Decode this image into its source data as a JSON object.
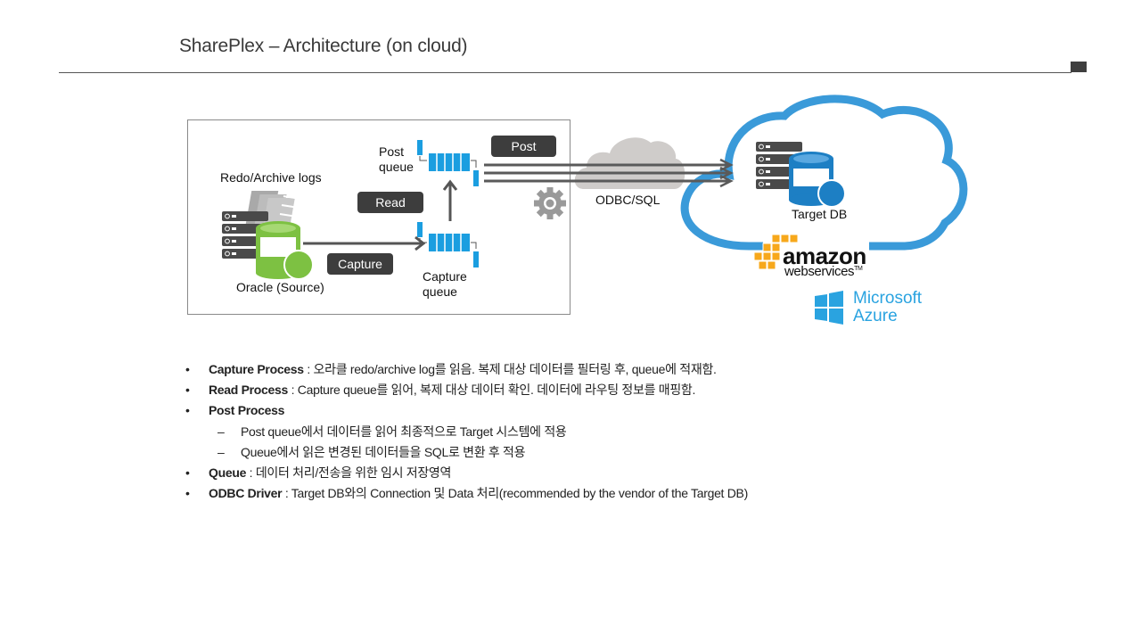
{
  "slide": {
    "title": "SharePlex – Architecture (on cloud)"
  },
  "diagram": {
    "source": {
      "logs_label": "Redo/Archive logs",
      "db_label": "Oracle (Source)",
      "db_color": "#7dc142"
    },
    "processes": {
      "capture": "Capture",
      "read": "Read",
      "post": "Post"
    },
    "queues": {
      "post_queue_line1": "Post",
      "post_queue_line2": "queue",
      "capture_queue_line1": "Capture",
      "capture_queue_line2": "queue",
      "queue_color": "#1b9ee0"
    },
    "transport": {
      "label": "ODBC/SQL"
    },
    "target": {
      "db_label": "Target DB",
      "db_color": "#1d7fc4",
      "cloud_color": "#3a9ad9"
    },
    "providers": {
      "aws_line1": "amazon",
      "aws_line2": "webservices",
      "aws_tm": "TM",
      "azure_line1": "Microsoft",
      "azure_line2": "Azure",
      "aws_color": "#f7a81b",
      "azure_color": "#2aa3e0"
    }
  },
  "bullets": [
    {
      "level": 1,
      "marker": "•",
      "bold": "Capture Process",
      "text": " : 오라클 redo/archive log를 읽음. 복제 대상 데이터를 필터링 후, queue에 적재함."
    },
    {
      "level": 1,
      "marker": "•",
      "bold": "Read Process",
      "text": " : Capture queue를 읽어, 복제 대상 데이터 확인. 데이터에 라우팅 정보를 매핑함."
    },
    {
      "level": 1,
      "marker": "•",
      "bold": "Post Process",
      "text": ""
    },
    {
      "level": 2,
      "marker": "–",
      "bold": "",
      "text": "Post queue에서 데이터를 읽어 최종적으로 Target 시스템에 적용"
    },
    {
      "level": 2,
      "marker": "–",
      "bold": "",
      "text": "Queue에서 읽은 변경된 데이터들을 SQL로 변환 후 적용"
    },
    {
      "level": 1,
      "marker": "•",
      "bold": "Queue",
      "text": " : 데이터 처리/전송을 위한 임시 저장영역"
    },
    {
      "level": 1,
      "marker": "•",
      "bold": "ODBC Driver",
      "text": " : Target DB와의 Connection 및 Data 처리(recommended by the vendor of the Target DB)"
    }
  ]
}
